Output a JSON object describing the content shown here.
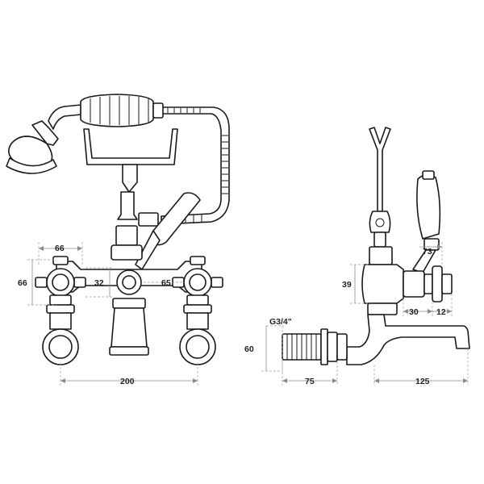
{
  "dimensions": {
    "front": {
      "width_66": "66",
      "height_66": "66",
      "spacing_32": "32",
      "offset_65": "65",
      "centres_200": "200"
    },
    "side": {
      "height_39": "39",
      "lever_73": "73",
      "spout_30": "30",
      "spout_12": "12",
      "thread": "G3/4\"",
      "height_60": "60",
      "length_75": "75",
      "length_125": "125"
    }
  }
}
